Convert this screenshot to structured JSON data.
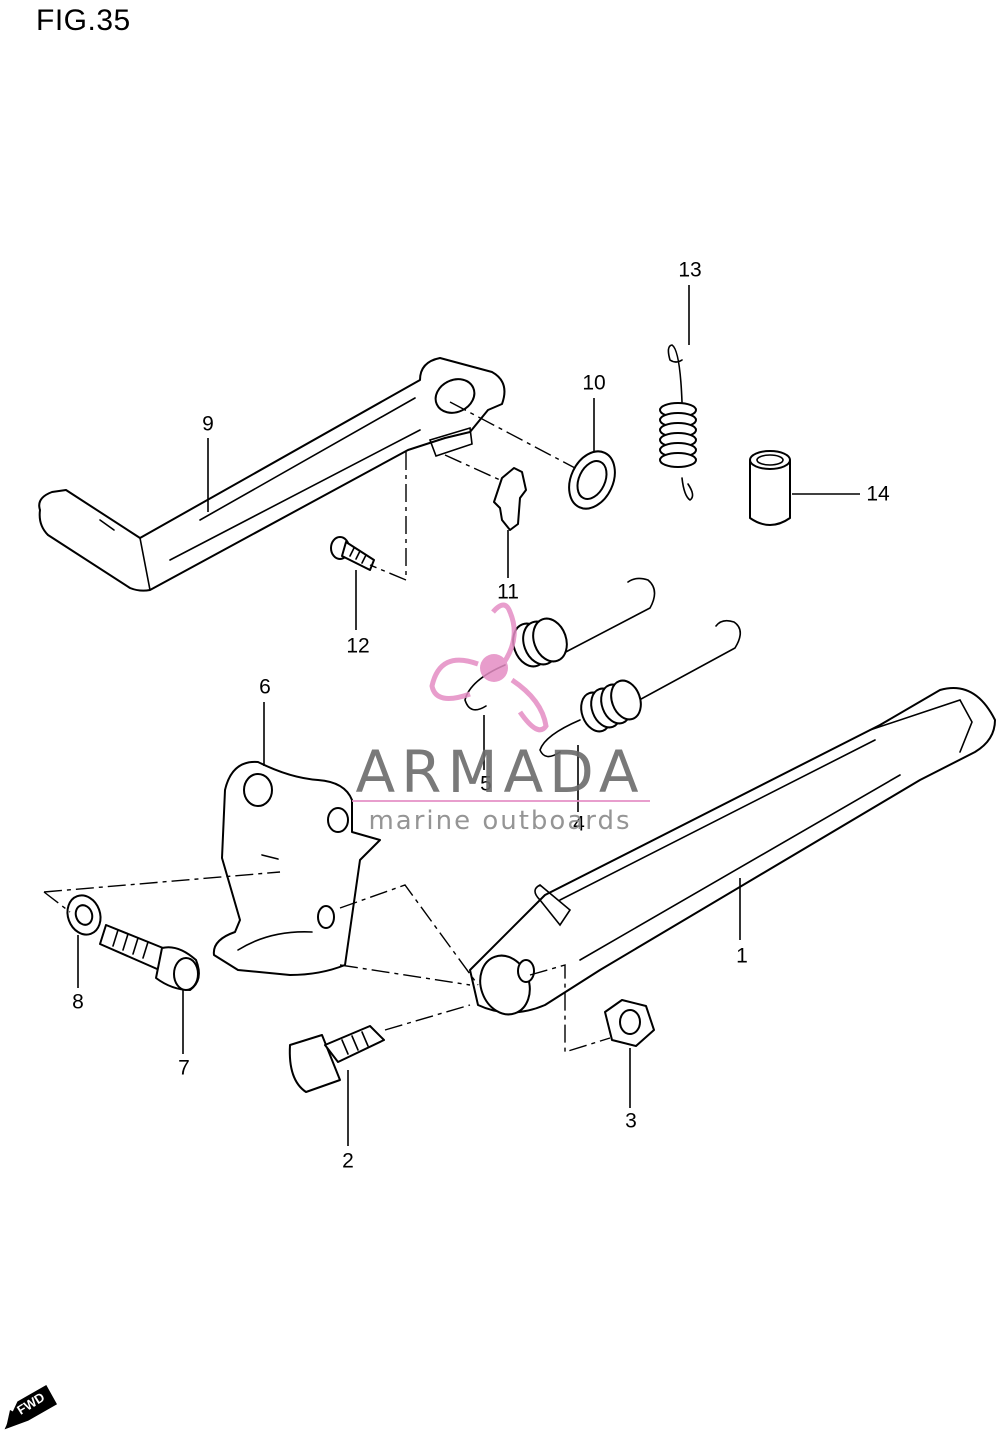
{
  "figure": {
    "title": "FIG.35"
  },
  "callouts": [
    {
      "id": "1",
      "label": "1"
    },
    {
      "id": "2",
      "label": "2"
    },
    {
      "id": "3",
      "label": "3"
    },
    {
      "id": "4",
      "label": "4"
    },
    {
      "id": "5",
      "label": "5"
    },
    {
      "id": "6",
      "label": "6"
    },
    {
      "id": "7",
      "label": "7"
    },
    {
      "id": "8",
      "label": "8"
    },
    {
      "id": "9",
      "label": "9"
    },
    {
      "id": "10",
      "label": "10"
    },
    {
      "id": "11",
      "label": "11"
    },
    {
      "id": "12",
      "label": "12"
    },
    {
      "id": "13",
      "label": "13"
    },
    {
      "id": "14",
      "label": "14"
    }
  ],
  "watermark": {
    "name": "ARMADA",
    "tagline": "marine outboards",
    "color": "#e48dc4"
  },
  "fwd_badge": {
    "label": "FWD"
  }
}
